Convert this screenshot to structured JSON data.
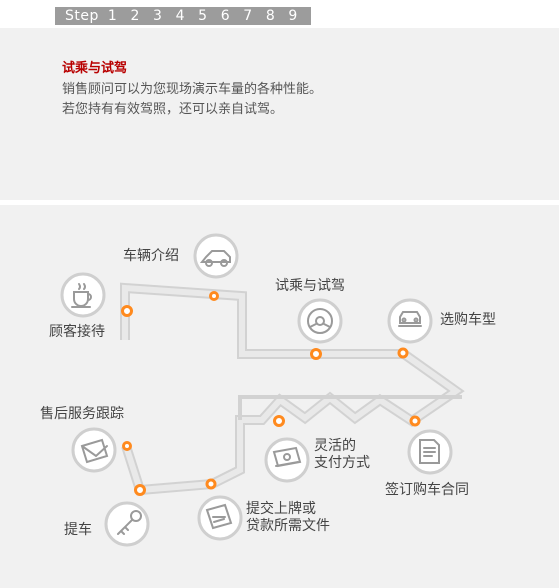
{
  "stepbar": {
    "label": "Step",
    "steps": [
      "1",
      "2",
      "3",
      "4",
      "5",
      "6",
      "7",
      "8",
      "9"
    ]
  },
  "info": {
    "title": "试乘与试驾",
    "description": "销售顾问可以为您现场演示车量的各种性能。若您持有有效驾照，还可以亲自试驾。"
  },
  "flow": {
    "reception": "顾客接待",
    "intro": "车辆介绍",
    "test_drive": "试乘与试驾",
    "select_model": "选购车型",
    "payment_line1": "灵活的",
    "payment_line2": "支付方式",
    "contract": "签订购车合同",
    "license_line1": "提交上牌或",
    "license_line2": "贷款所需文件",
    "after_sales": "售后服务跟踪",
    "pickup": "提车"
  },
  "colors": {
    "accent": "#ff8a1e",
    "title_red": "#b80000",
    "step_bar": "#9c9c9c"
  }
}
